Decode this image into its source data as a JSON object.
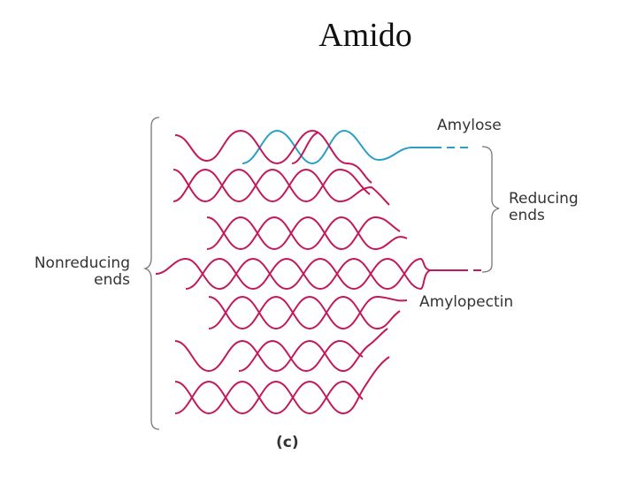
{
  "title": "Amido",
  "labels": {
    "amylose": "Amylose",
    "reducing_ends_line1": "Reducing",
    "reducing_ends_line2": "ends",
    "nonreducing_ends_line1": "Nonreducing",
    "nonreducing_ends_line2": "ends",
    "amylopectin": "Amylopectin",
    "panel": "(c)"
  },
  "colors": {
    "amylose": "#2a9fc9",
    "amylopectin": "#c2185b",
    "bracket": "#777777",
    "text": "#333333"
  }
}
